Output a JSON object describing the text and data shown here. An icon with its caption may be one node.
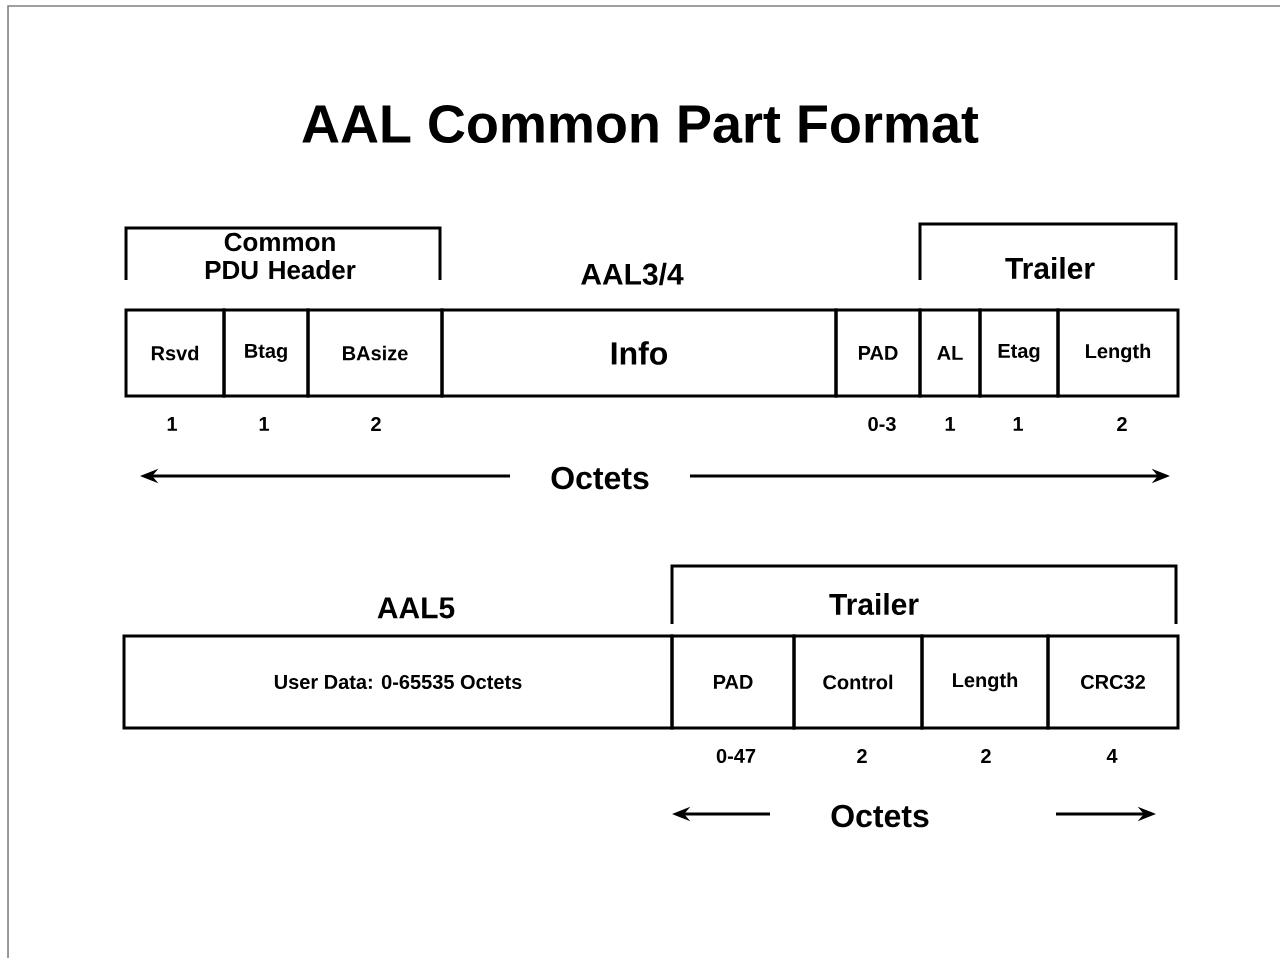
{
  "diagram": {
    "title": "AAL Common Part Format",
    "nodes": [
      {
        "text": [
          "Rsvd"
        ]
      },
      {
        "text": [
          "Btag"
        ]
      },
      {
        "text": [
          "BAsize"
        ]
      },
      {
        "text": [
          "Info"
        ]
      },
      {
        "text": [
          "PAD"
        ]
      },
      {
        "text": [
          "AL"
        ]
      },
      {
        "text": [
          "Etag"
        ]
      },
      {
        "text": [
          "Length"
        ]
      },
      {
        "text": [
          "User Data: 0-65535 Octets"
        ]
      },
      {
        "text": [
          "PAD"
        ]
      },
      {
        "text": [
          "Control"
        ]
      },
      {
        "text": [
          "Length"
        ]
      },
      {
        "text": [
          "CRC32"
        ]
      }
    ],
    "labels": [
      "Common PDU Header",
      "AAL3/4",
      "Trailer",
      "1",
      "1",
      "2",
      "0-3",
      "1",
      "1",
      "2",
      "Octets",
      "AAL5",
      "Trailer",
      "0-47",
      "2",
      "2",
      "4",
      "Octets"
    ]
  }
}
